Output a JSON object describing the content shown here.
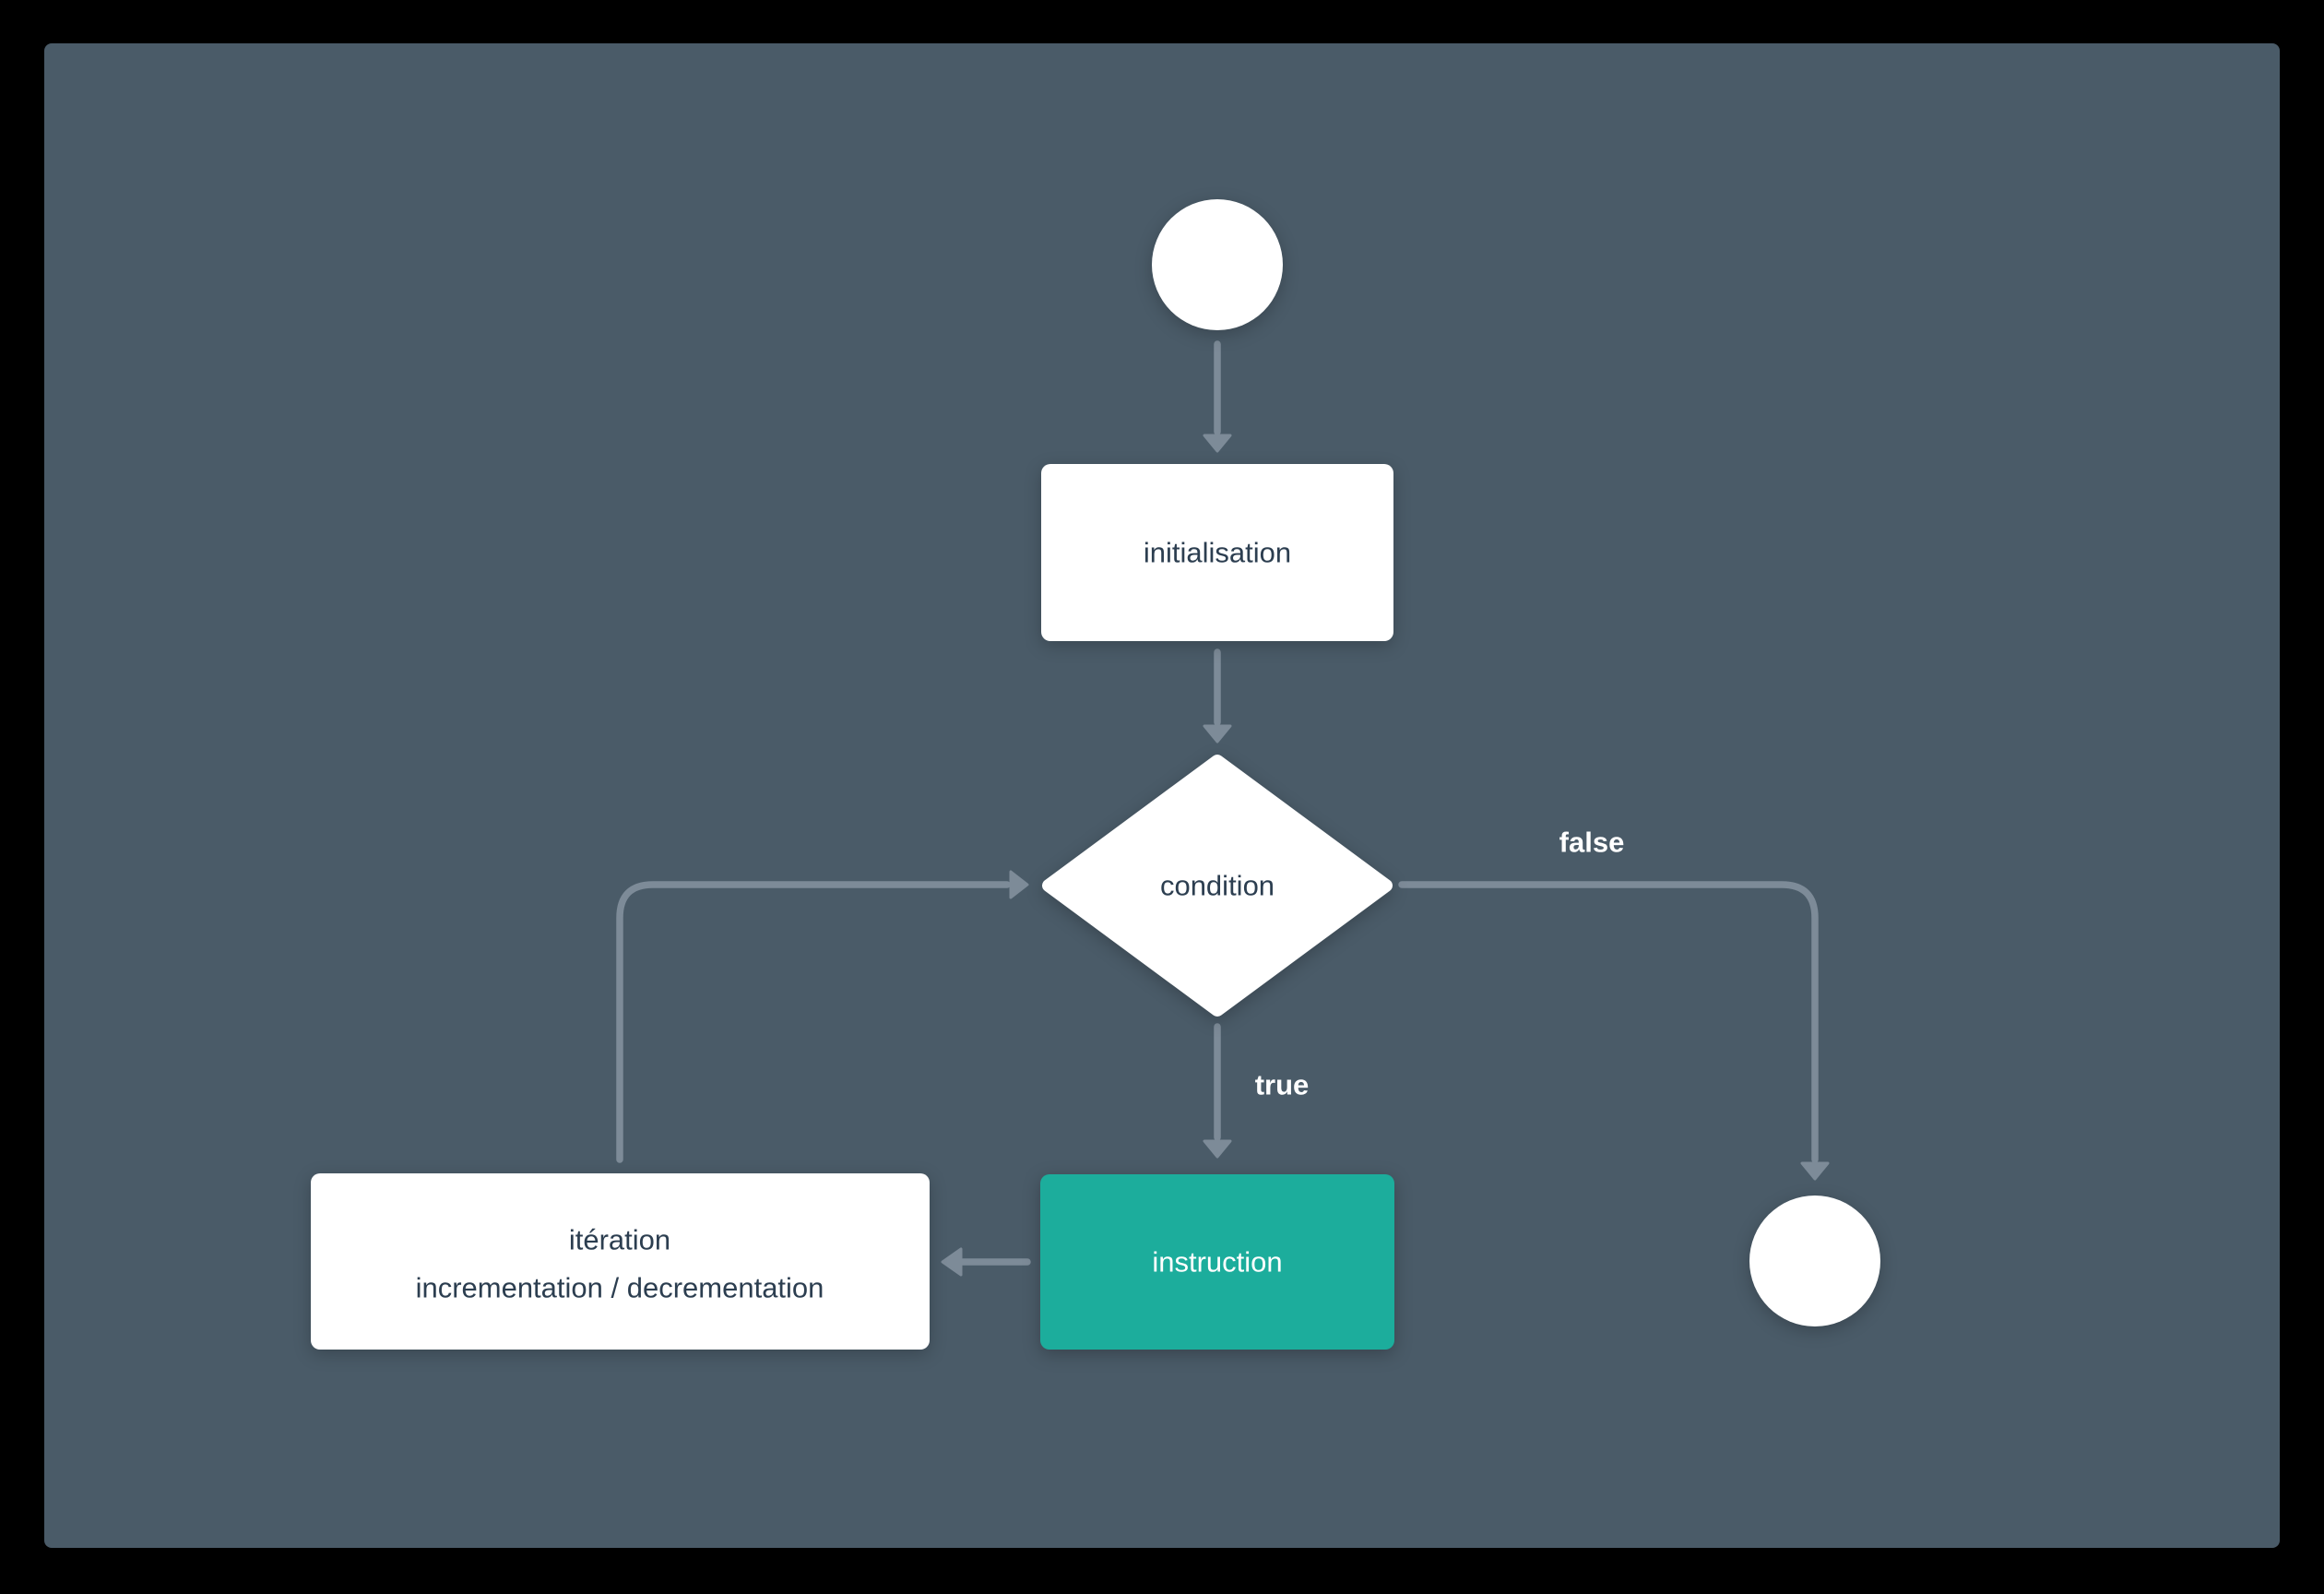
{
  "colors": {
    "frame": "#000000",
    "background": "#4A5B68",
    "node_fill": "#FFFFFF",
    "accent": "#1CAD9C",
    "connector": "#7D8B98",
    "node_text": "#2C3E50",
    "label_text": "#FFFFFF"
  },
  "nodes": {
    "initialisation": {
      "label": "initialisation"
    },
    "condition": {
      "label": "condition"
    },
    "instruction": {
      "label": "instruction"
    },
    "iteration": {
      "line1": "itération",
      "line2": "incrementation / decrementation"
    }
  },
  "edges": {
    "true_label": "true",
    "false_label": "false"
  }
}
